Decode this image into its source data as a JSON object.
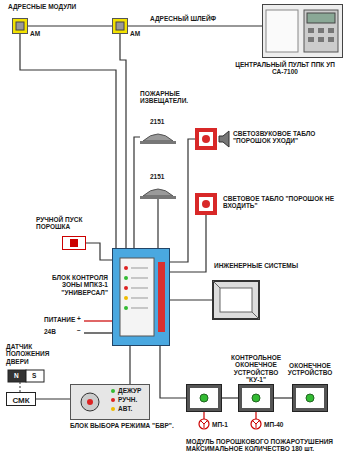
{
  "diagram": {
    "nodes": [
      {
        "text": [
          "АМ"
        ]
      },
      {
        "text": [
          "АМ"
        ]
      },
      {
        "text": [
          "ЦЕНТРАЛЬНЫЙ ПУЛЬТ ППК УП СА-7100"
        ]
      },
      {
        "text": [
          "2151"
        ]
      },
      {
        "text": [
          "2151"
        ]
      },
      {
        "text": [
          "СВЕТОЗВУКОВОЕ ТАБЛО \"ПОРОШОК УХОДИ\""
        ]
      },
      {
        "text": [
          "СВЕТОВОЕ ТАБЛО \"ПОРОШОК НЕ ВХОДИТЬ\""
        ]
      },
      {
        "text": [
          "РУЧНОЙ ПУСК ПОРОШКА"
        ]
      },
      {
        "text": [
          "БЛОК КОНТРОЛЯ ЗОНЫ МПКЗ-1 \"УНИВЕРСАЛ\""
        ]
      },
      {
        "text": [
          "ИНЖЕНЕРНЫЕ СИСТЕМЫ"
        ]
      },
      {
        "text": [
          "СМК"
        ]
      },
      {
        "text": [
          "БЛОК ВЫБОРА РЕЖИМА \"БВР\"."
        ]
      },
      {
        "text": [
          "МП-1"
        ]
      },
      {
        "text": [
          "КОНТРОЛЬНОЕ ОКОНЕЧНОЕ УСТРОЙСТВО \"КУ-1\"",
          "МП-40"
        ]
      },
      {
        "text": [
          "ОКОНЕЧНОЕ УСТРОЙСТВО"
        ]
      }
    ],
    "edges": [
      {
        "from": 0,
        "to": 1,
        "arrow": "none"
      },
      {
        "from": 1,
        "to": 2,
        "arrow": "none"
      },
      {
        "from": 0,
        "to": 8,
        "arrow": "none"
      },
      {
        "from": 1,
        "to": 8,
        "arrow": "none"
      },
      {
        "from": 3,
        "to": 8,
        "arrow": "none"
      },
      {
        "from": 4,
        "to": 8,
        "arrow": "none"
      },
      {
        "from": 7,
        "to": 8,
        "arrow": "none"
      },
      {
        "from": 5,
        "to": 8,
        "arrow": "none"
      },
      {
        "from": 6,
        "to": 8,
        "arrow": "none"
      },
      {
        "from": 8,
        "to": 9,
        "arrow": "none"
      },
      {
        "from": 8,
        "to": 11,
        "arrow": "none"
      },
      {
        "from": 10,
        "to": 11,
        "arrow": "none"
      },
      {
        "from": 8,
        "to": 12,
        "arrow": "none"
      },
      {
        "from": 12,
        "to": 13,
        "arrow": "none"
      },
      {
        "from": 13,
        "to": 14,
        "arrow": "none"
      }
    ],
    "labels": [
      "АДРЕСНЫЕ МОДУЛИ",
      "АДРЕСНЫЙ ШЛЕЙФ",
      "ПОЖАРНЫЕ ИЗВЕЩАТЕЛИ.",
      "ПИТАНИЕ",
      "+",
      "24В",
      "−",
      "ДАТЧИК ПОЛОЖЕНИЯ ДВЕРИ",
      "N",
      "S",
      "ДЕЖУР",
      "РУЧН.",
      "АВТ.",
      "МОДУЛЬ ПОРОШКОВОГО ПОЖАРОТУШЕНИЯ МАКСИМАЛЬНОЕ КОЛИЧЕСТВО 180 шт."
    ]
  }
}
